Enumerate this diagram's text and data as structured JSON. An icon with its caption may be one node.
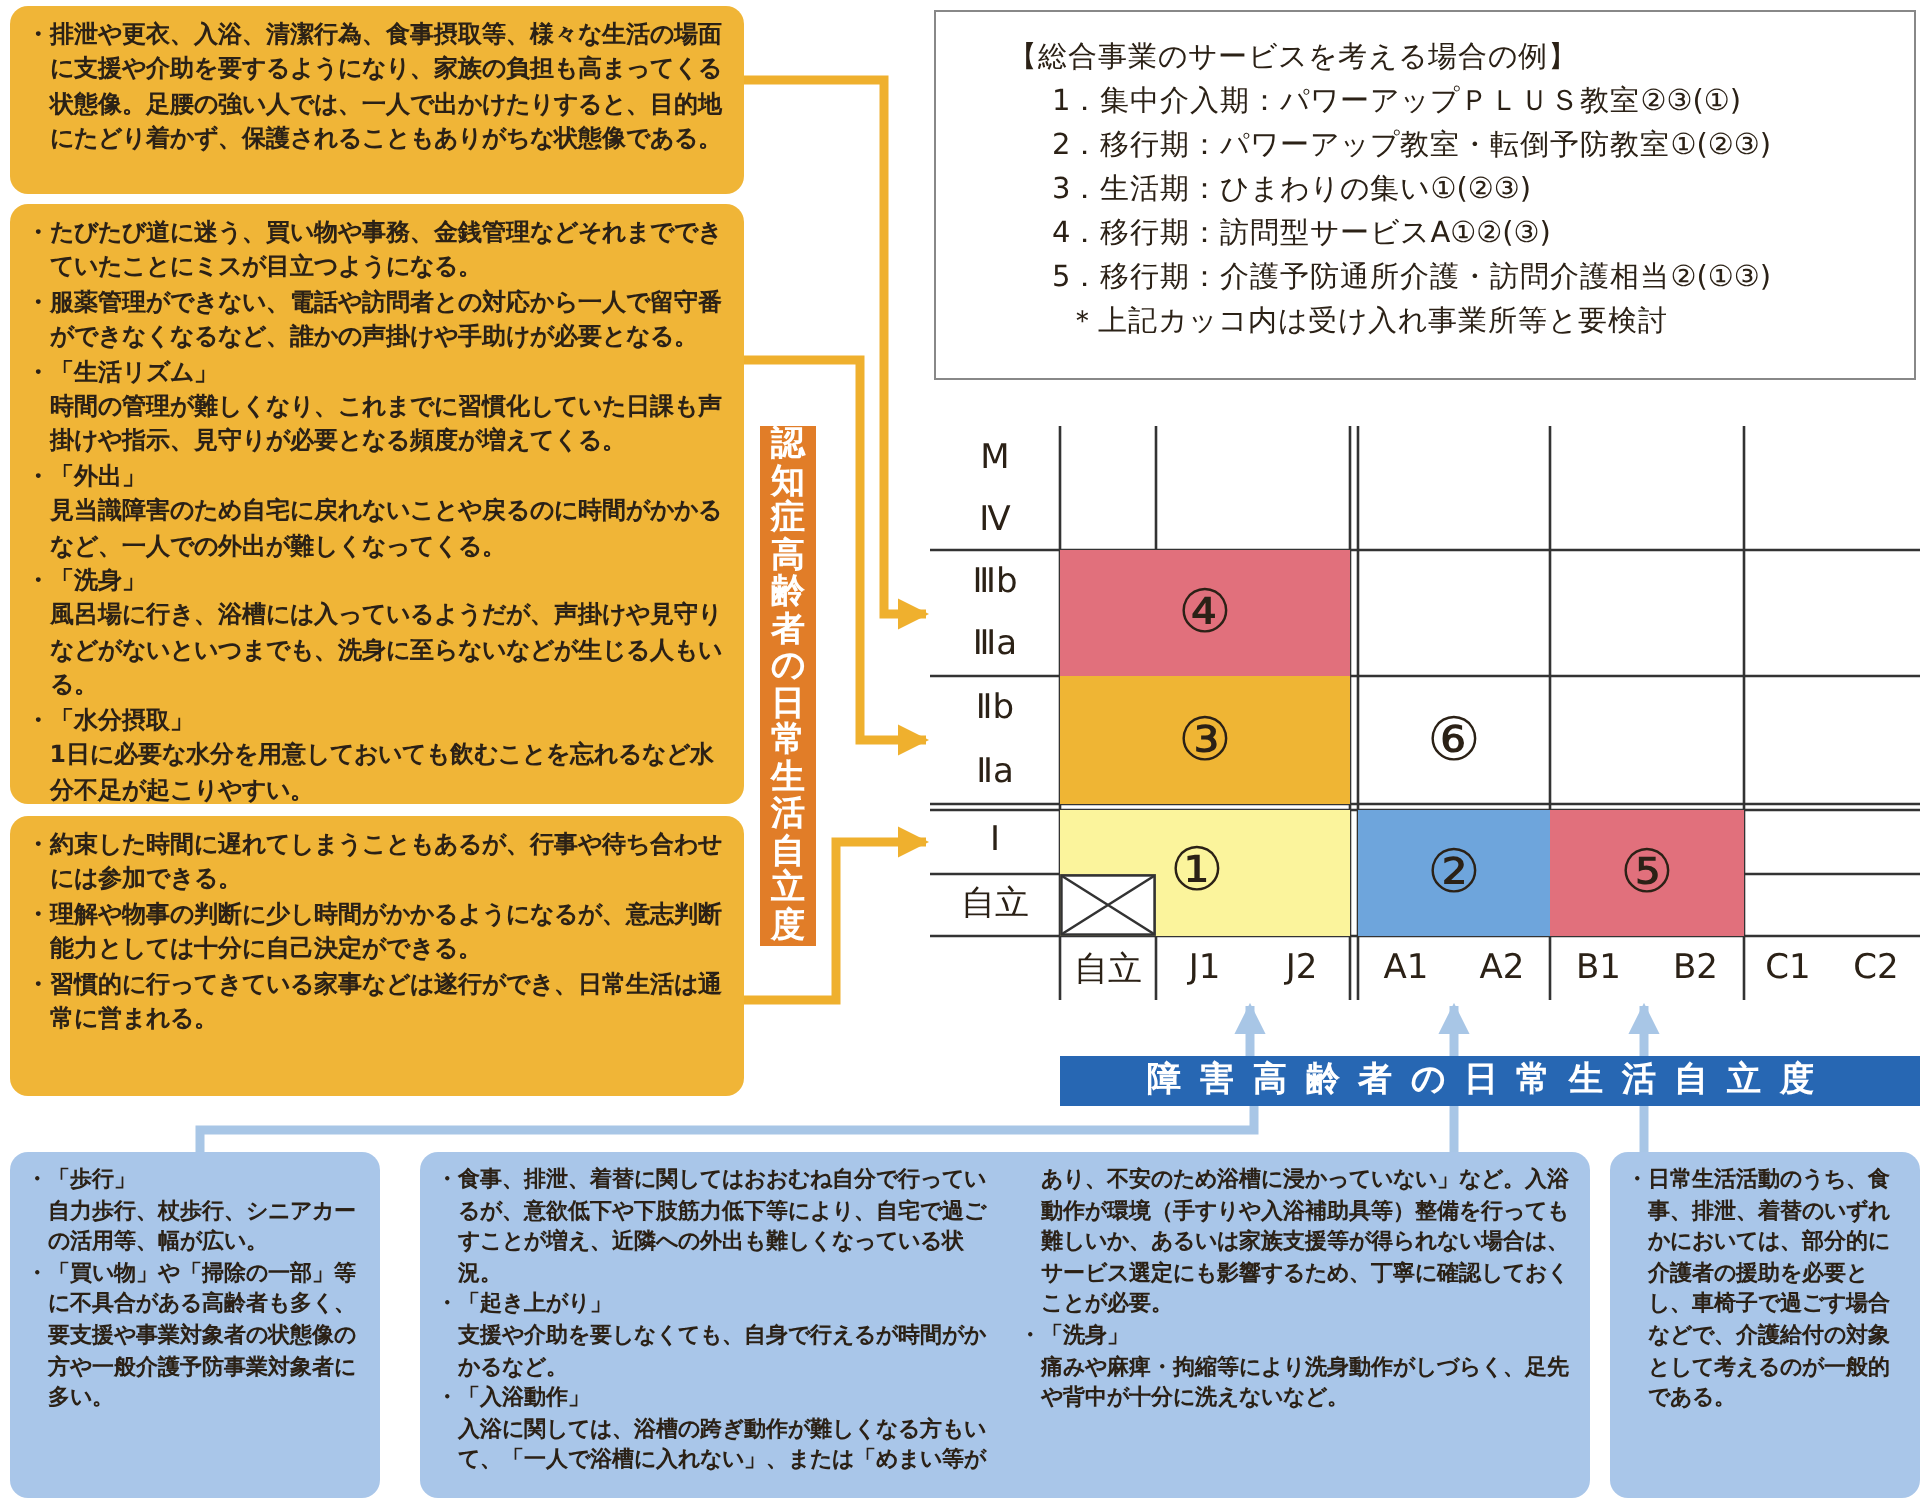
{
  "diagram": {
    "nodes": [
      {
        "text": [
          "・排泄や更衣、入浴、清潔行為、食事摂取等、様々な生活の場面に支援や介助を要するようになり、家族の負担も高まってくる状態像。足腰の強い人では、一人で出かけたりすると、目的地にたどり着かず、保護されることもありがちな状態像である。"
        ]
      },
      {
        "text": [
          "・たびたび道に迷う、買い物や事務、金銭管理などそれまでできていたことにミスが目立つようになる。",
          "・服薬管理ができない、電話や訪問者との対応から一人で留守番ができなくなるなど、誰かの声掛けや手助けが必要となる。",
          "・「生活リズム」",
          "時間の管理が難しくなり、これまでに習慣化していた日課も声掛けや指示、見守りが必要となる頻度が増えてくる。",
          "・「外出」",
          "見当識障害のため自宅に戻れないことや戻るのに時間がかかるなど、一人での外出が難しくなってくる。",
          "・「洗身」",
          "風呂場に行き、浴槽には入っているようだが、声掛けや見守りなどがないといつまでも、洗身に至らないなどが生じる人もいる。",
          "・「水分摂取」",
          "1日に必要な水分を用意しておいても飲むことを忘れるなど水分不足が起こりやすい。"
        ]
      },
      {
        "text": [
          "・約束した時間に遅れてしまうこともあるが、行事や待ち合わせには参加できる。",
          "・理解や物事の判断に少し時間がかかるようになるが、意志判断能力としては十分に自己決定ができる。",
          "・習慣的に行ってきている家事などは遂行ができ、日常生活は通常に営まれる。"
        ]
      },
      {
        "text": [
          "認知症高齢者の日常生活自立度"
        ]
      },
      {
        "text": [
          "【総合事業のサービスを考える場合の例】",
          "1．集中介入期：パワーアップＰＬＵＳ教室②③(①)",
          "2．移行期：パワーアップ教室・転倒予防教室①(②③)",
          "3．生活期：ひまわりの集い①(②③)",
          "4．移行期：訪問型サービスA①②(③)",
          "5．移行期：介護予防通所介護・訪問介護相当②(①③)",
          "＊上記カッコ内は受け入れ事業所等と要検討"
        ]
      },
      {
        "text": [
          "M",
          "Ⅳ"
        ]
      },
      {
        "text": [
          "Ⅲb",
          "Ⅲa"
        ]
      },
      {
        "text": [
          "Ⅱb",
          "Ⅱa"
        ]
      },
      {
        "text": [
          "Ⅰ",
          "自立"
        ]
      },
      {
        "text": [
          "④"
        ]
      },
      {
        "text": [
          "③"
        ]
      },
      {
        "text": [
          "⑥"
        ]
      },
      {
        "text": [
          "①"
        ]
      },
      {
        "text": [
          "②"
        ]
      },
      {
        "text": [
          "⑤"
        ]
      },
      {
        "text": [
          "自立"
        ]
      },
      {
        "text": [
          "J1",
          "J2"
        ]
      },
      {
        "text": [
          "A1",
          "A2"
        ]
      },
      {
        "text": [
          "B1",
          "B2"
        ]
      },
      {
        "text": [
          "C1",
          "C2"
        ]
      },
      {
        "text": [
          "障害高齢者の日常生活自立度"
        ]
      },
      {
        "text": [
          "・「歩行」",
          "自力歩行、杖歩行、シニアカーの活用等、幅が広い。",
          "・「買い物」や「掃除の一部」等に不具合がある高齢者も多く、要支援や事業対象者の状態像の方や一般介護予防事業対象者に多い。"
        ]
      },
      {
        "text": [
          "・食事、排泄、着替に関してはおおむね自分で行っているが、意欲低下や下肢筋力低下等により、自宅で過ごすことが増え、近隣への外出も難しくなっている状況。",
          "・「起き上がり」",
          "支援や介助を要しなくても、自身で行えるが時間がかかるなど。",
          "・「入浴動作」",
          "入浴に関しては、浴槽の跨ぎ動作が難しくなる方もいて、「一人で浴槽に入れない」、または「めまい等があり、不安のため浴槽に浸かっていない」など。入浴動作が環境（手すりや入浴補助具等）整備を行っても難しいか、あるいは家族支援等が得られない場合は、サービス選定にも影響するため、丁寧に確認しておくことが必要。",
          "・「洗身」",
          "痛みや麻痺・拘縮等により洗身動作がしづらく、足先や背中が十分に洗えないなど。"
        ]
      },
      {
        "text": [
          "・日常生活活動のうち、食事、排泄、着替のいずれかにおいては、部分的に介護者の援助を必要とし、車椅子で過ごす場合などで、介護給付の対象として考えるのが一般的である。"
        ]
      }
    ],
    "edges": [
      {
        "from": 0,
        "to": 6,
        "arrow": "to",
        "color": "#efb02e"
      },
      {
        "from": 1,
        "to": 7,
        "arrow": "to",
        "color": "#efb02e"
      },
      {
        "from": 2,
        "to": 8,
        "arrow": "to",
        "color": "#efb02e"
      },
      {
        "from": 20,
        "to": 16,
        "arrow": "to"
      },
      {
        "from": 20,
        "to": 17,
        "arrow": "to"
      },
      {
        "from": 20,
        "to": 18,
        "arrow": "to"
      },
      {
        "from": 21,
        "to": 20,
        "arrow": "none"
      },
      {
        "from": 22,
        "to": 20,
        "arrow": "none"
      },
      {
        "from": 23,
        "to": 20,
        "arrow": "none"
      }
    ]
  }
}
